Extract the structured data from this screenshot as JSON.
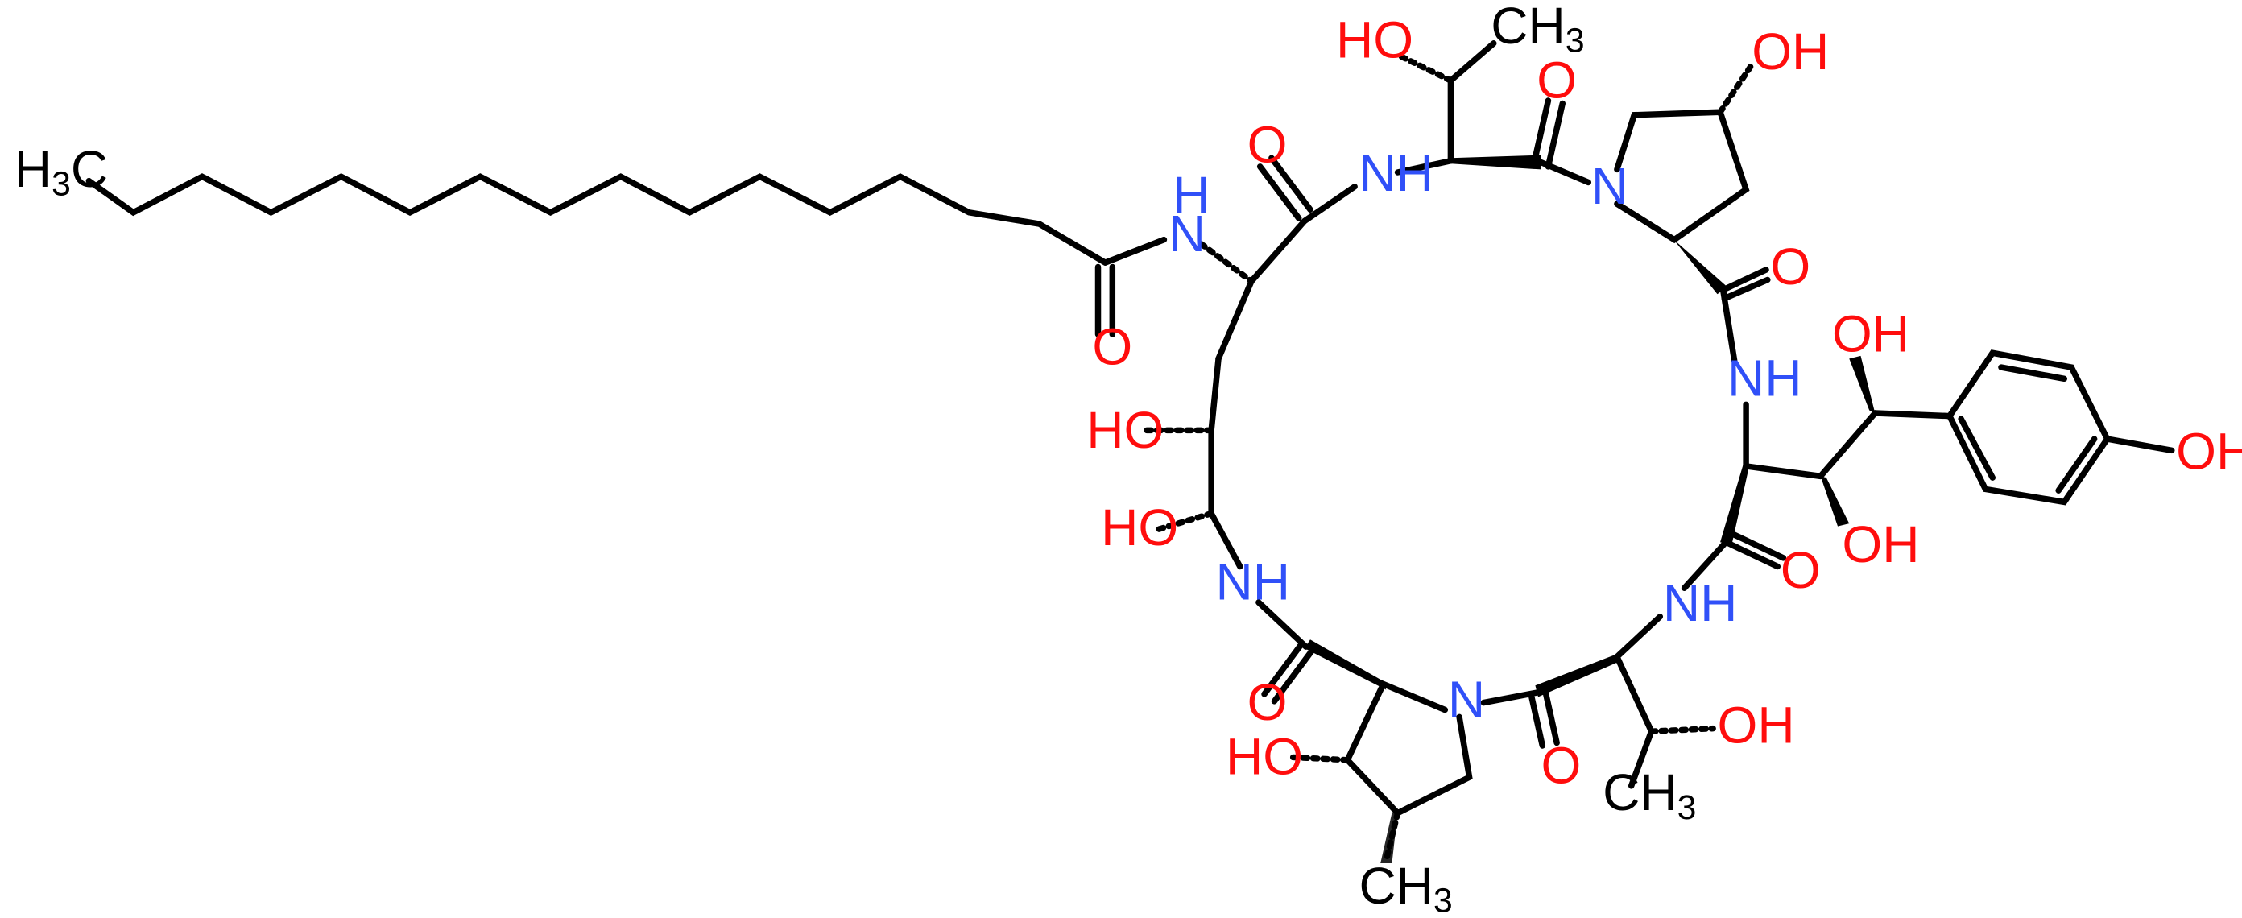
{
  "colors": {
    "bond": "#000000",
    "carbon": "#000000",
    "nitrogen": "#3050f8",
    "oxygen": "#ff0d0d"
  },
  "atoms": [
    {
      "id": "me_tail",
      "text": "H3C",
      "element": "C"
    },
    {
      "id": "o_amide_acyl",
      "text": "O",
      "element": "O"
    },
    {
      "id": "n_acyl",
      "text": "N",
      "h": "H",
      "element": "N"
    },
    {
      "id": "o_c1",
      "text": "O",
      "element": "O"
    },
    {
      "id": "n_1",
      "text": "N",
      "h": "H",
      "element": "N"
    },
    {
      "id": "oh_thr1",
      "text": "HO",
      "element": "O"
    },
    {
      "id": "me_thr1",
      "text": "CH3",
      "element": "C"
    },
    {
      "id": "o_c2",
      "text": "O",
      "element": "O"
    },
    {
      "id": "n_pro1",
      "text": "N",
      "element": "N"
    },
    {
      "id": "oh_pro1",
      "text": "OH",
      "element": "O"
    },
    {
      "id": "o_c3",
      "text": "O",
      "element": "O"
    },
    {
      "id": "n_2",
      "text": "N",
      "h": "H",
      "element": "N"
    },
    {
      "id": "oh_side1",
      "text": "OH",
      "element": "O"
    },
    {
      "id": "oh_phenol",
      "text": "OH",
      "element": "O"
    },
    {
      "id": "oh_side2",
      "text": "OH",
      "element": "O"
    },
    {
      "id": "o_c4",
      "text": "O",
      "element": "O"
    },
    {
      "id": "n_3",
      "text": "N",
      "h": "H",
      "element": "N"
    },
    {
      "id": "oh_thr2",
      "text": "OH",
      "element": "O"
    },
    {
      "id": "me_thr2",
      "text": "CH3",
      "element": "C"
    },
    {
      "id": "o_c5",
      "text": "O",
      "element": "O"
    },
    {
      "id": "n_pro2",
      "text": "N",
      "element": "N"
    },
    {
      "id": "oh_pro2",
      "text": "HO",
      "element": "O"
    },
    {
      "id": "me_pro2",
      "text": "CH3",
      "element": "C"
    },
    {
      "id": "o_c6",
      "text": "O",
      "element": "O"
    },
    {
      "id": "n_4",
      "text": "N",
      "h": "H",
      "element": "N"
    },
    {
      "id": "oh_orn1",
      "text": "HO",
      "element": "O"
    },
    {
      "id": "oh_orn2",
      "text": "HO",
      "element": "O"
    }
  ]
}
